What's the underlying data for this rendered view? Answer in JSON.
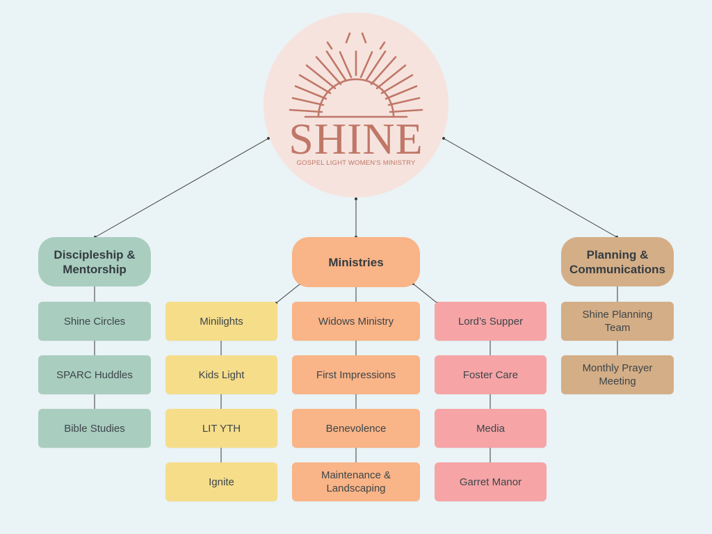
{
  "logo": {
    "word": "SHINE",
    "subtitle": "GOSPEL LIGHT WOMEN'S MINISTRY"
  },
  "colors": {
    "background": "#eaf3f5",
    "logo_circle": "#f6e3de",
    "logo_ink": "#c07767",
    "discipleship": "#a9cdbf",
    "ministries": "#f9b487",
    "kids": "#f6dd8a",
    "lords_supper": "#f6a4a6",
    "planning": "#d4ae87",
    "connector": "#3a3a3a"
  },
  "discipleship": {
    "title": "Discipleship & Mentorship",
    "items": [
      "Shine Circles",
      "SPARC Huddles",
      "Bible Studies"
    ]
  },
  "ministries": {
    "title": "Ministries",
    "kids_column": [
      "Minilights",
      "Kids Light",
      "LIT YTH",
      "Ignite"
    ],
    "main_column": [
      "Widows Ministry",
      "First Impressions",
      "Benevolence",
      "Maintenance & Landscaping"
    ],
    "care_column": [
      "Lord’s Supper",
      "Foster Care",
      "Media",
      "Garret Manor"
    ]
  },
  "planning": {
    "title": "Planning & Communications",
    "items": [
      "Shine Planning Team",
      "Monthly Prayer Meeting"
    ]
  }
}
